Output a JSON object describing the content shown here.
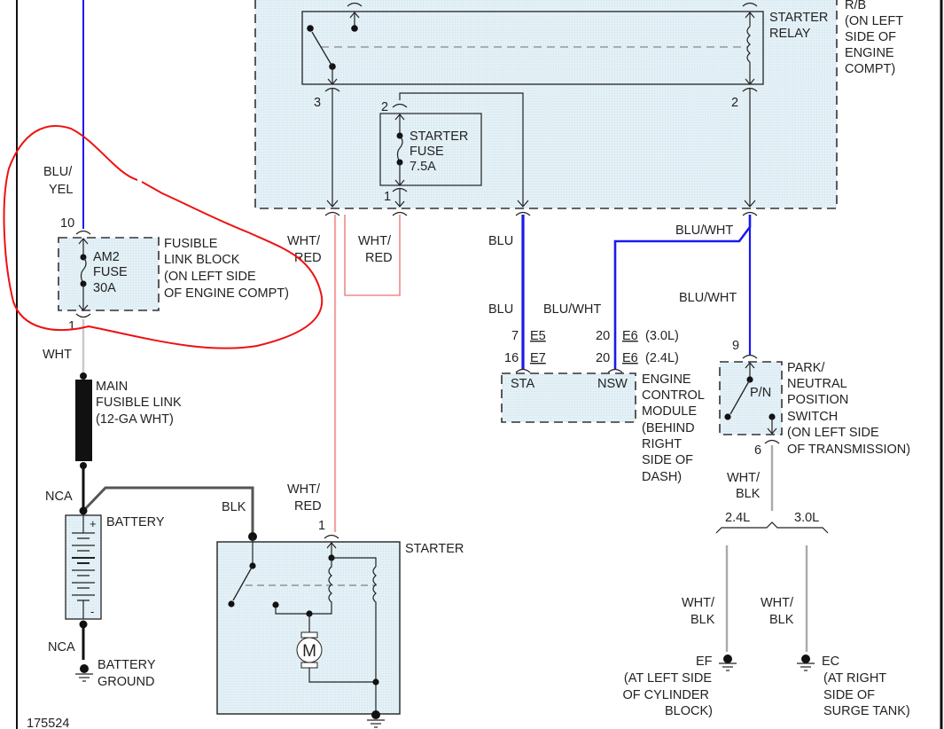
{
  "diagram": {
    "figure_id": "175524",
    "colors": {
      "box_fill": "#e3f0f6",
      "wire_black": "#222222",
      "wire_blue": "#1a1aee",
      "wire_white_red": "#f08a8a",
      "wire_white": "#c8c8c8",
      "wire_blk_gray": "#555555",
      "annotation_red": "#ee1111"
    },
    "relay_box": {
      "location": [
        "R/B",
        "(ON LEFT",
        "SIDE OF",
        "ENGINE",
        "COMPT)"
      ],
      "relay_label": [
        "STARTER",
        "RELAY"
      ],
      "pin_left": "3",
      "pin_right": "2",
      "fuse": {
        "label": [
          "STARTER",
          "FUSE",
          "7.5A"
        ],
        "pin_top": "2",
        "pin_bottom": "1"
      }
    },
    "fusible_link_block": {
      "wire_in": [
        "BLU/",
        "YEL"
      ],
      "pin_top": "10",
      "pin_bottom": "1",
      "fuse_label": [
        "AM2",
        "FUSE",
        "30A"
      ],
      "location": [
        "FUSIBLE",
        "LINK BLOCK",
        "(ON LEFT SIDE",
        "OF ENGINE COMPT)"
      ],
      "wire_out": "WHT"
    },
    "main_fusible_link": [
      "MAIN",
      "FUSIBLE LINK",
      "(12-GA WHT)"
    ],
    "battery": {
      "label": "BATTERY",
      "plus": "+",
      "minus": "-",
      "wire_top": "NCA",
      "wire_bottom": "NCA",
      "ground": [
        "BATTERY",
        "GROUND"
      ],
      "cable_to_starter": "BLK"
    },
    "starter": {
      "label": "STARTER",
      "pin": "1",
      "motor": "M",
      "wire_in": [
        "WHT/",
        "RED"
      ]
    },
    "relay_wires": {
      "left_out": [
        "WHT/",
        "RED"
      ],
      "fuse_out": [
        "WHT/",
        "RED"
      ],
      "blu_top": "BLU",
      "blu_wht_top": "BLU/WHT",
      "blu_wht_right": "BLU/WHT"
    },
    "ecm": {
      "label": [
        "ENGINE",
        "CONTROL",
        "MODULE",
        "(BEHIND",
        "RIGHT",
        "SIDE OF",
        "DASH)"
      ],
      "wire_sta": "BLU",
      "wire_nsw": "BLU/WHT",
      "pins": {
        "sta_30": {
          "pin": "7",
          "connector": "E5"
        },
        "sta_24": {
          "pin": "16",
          "connector": "E7"
        },
        "nsw_30": {
          "pin": "20",
          "connector": "E6",
          "engine": "(3.0L)"
        },
        "nsw_24": {
          "pin": "20",
          "connector": "E6",
          "engine": "(2.4L)"
        }
      },
      "terminal_sta": "STA",
      "terminal_nsw": "NSW"
    },
    "pn_switch": {
      "inner": "P/N",
      "label": [
        "PARK/",
        "NEUTRAL",
        "POSITION",
        "SWITCH",
        "(ON LEFT SIDE",
        "OF TRANSMISSION)"
      ],
      "pin_top": "9",
      "pin_bottom": "6",
      "wire_out": [
        "WHT/",
        "BLK"
      ],
      "branch_left": "2.4L",
      "branch_right": "3.0L"
    },
    "grounds": {
      "ef": {
        "id": "EF",
        "wire": [
          "WHT/",
          "BLK"
        ],
        "location": [
          "(AT LEFT SIDE",
          "OF CYLINDER",
          "BLOCK)"
        ]
      },
      "ec": {
        "id": "EC",
        "wire": [
          "WHT/",
          "BLK"
        ],
        "location": [
          "(AT RIGHT",
          "SIDE OF",
          "SURGE TANK)"
        ]
      }
    }
  }
}
